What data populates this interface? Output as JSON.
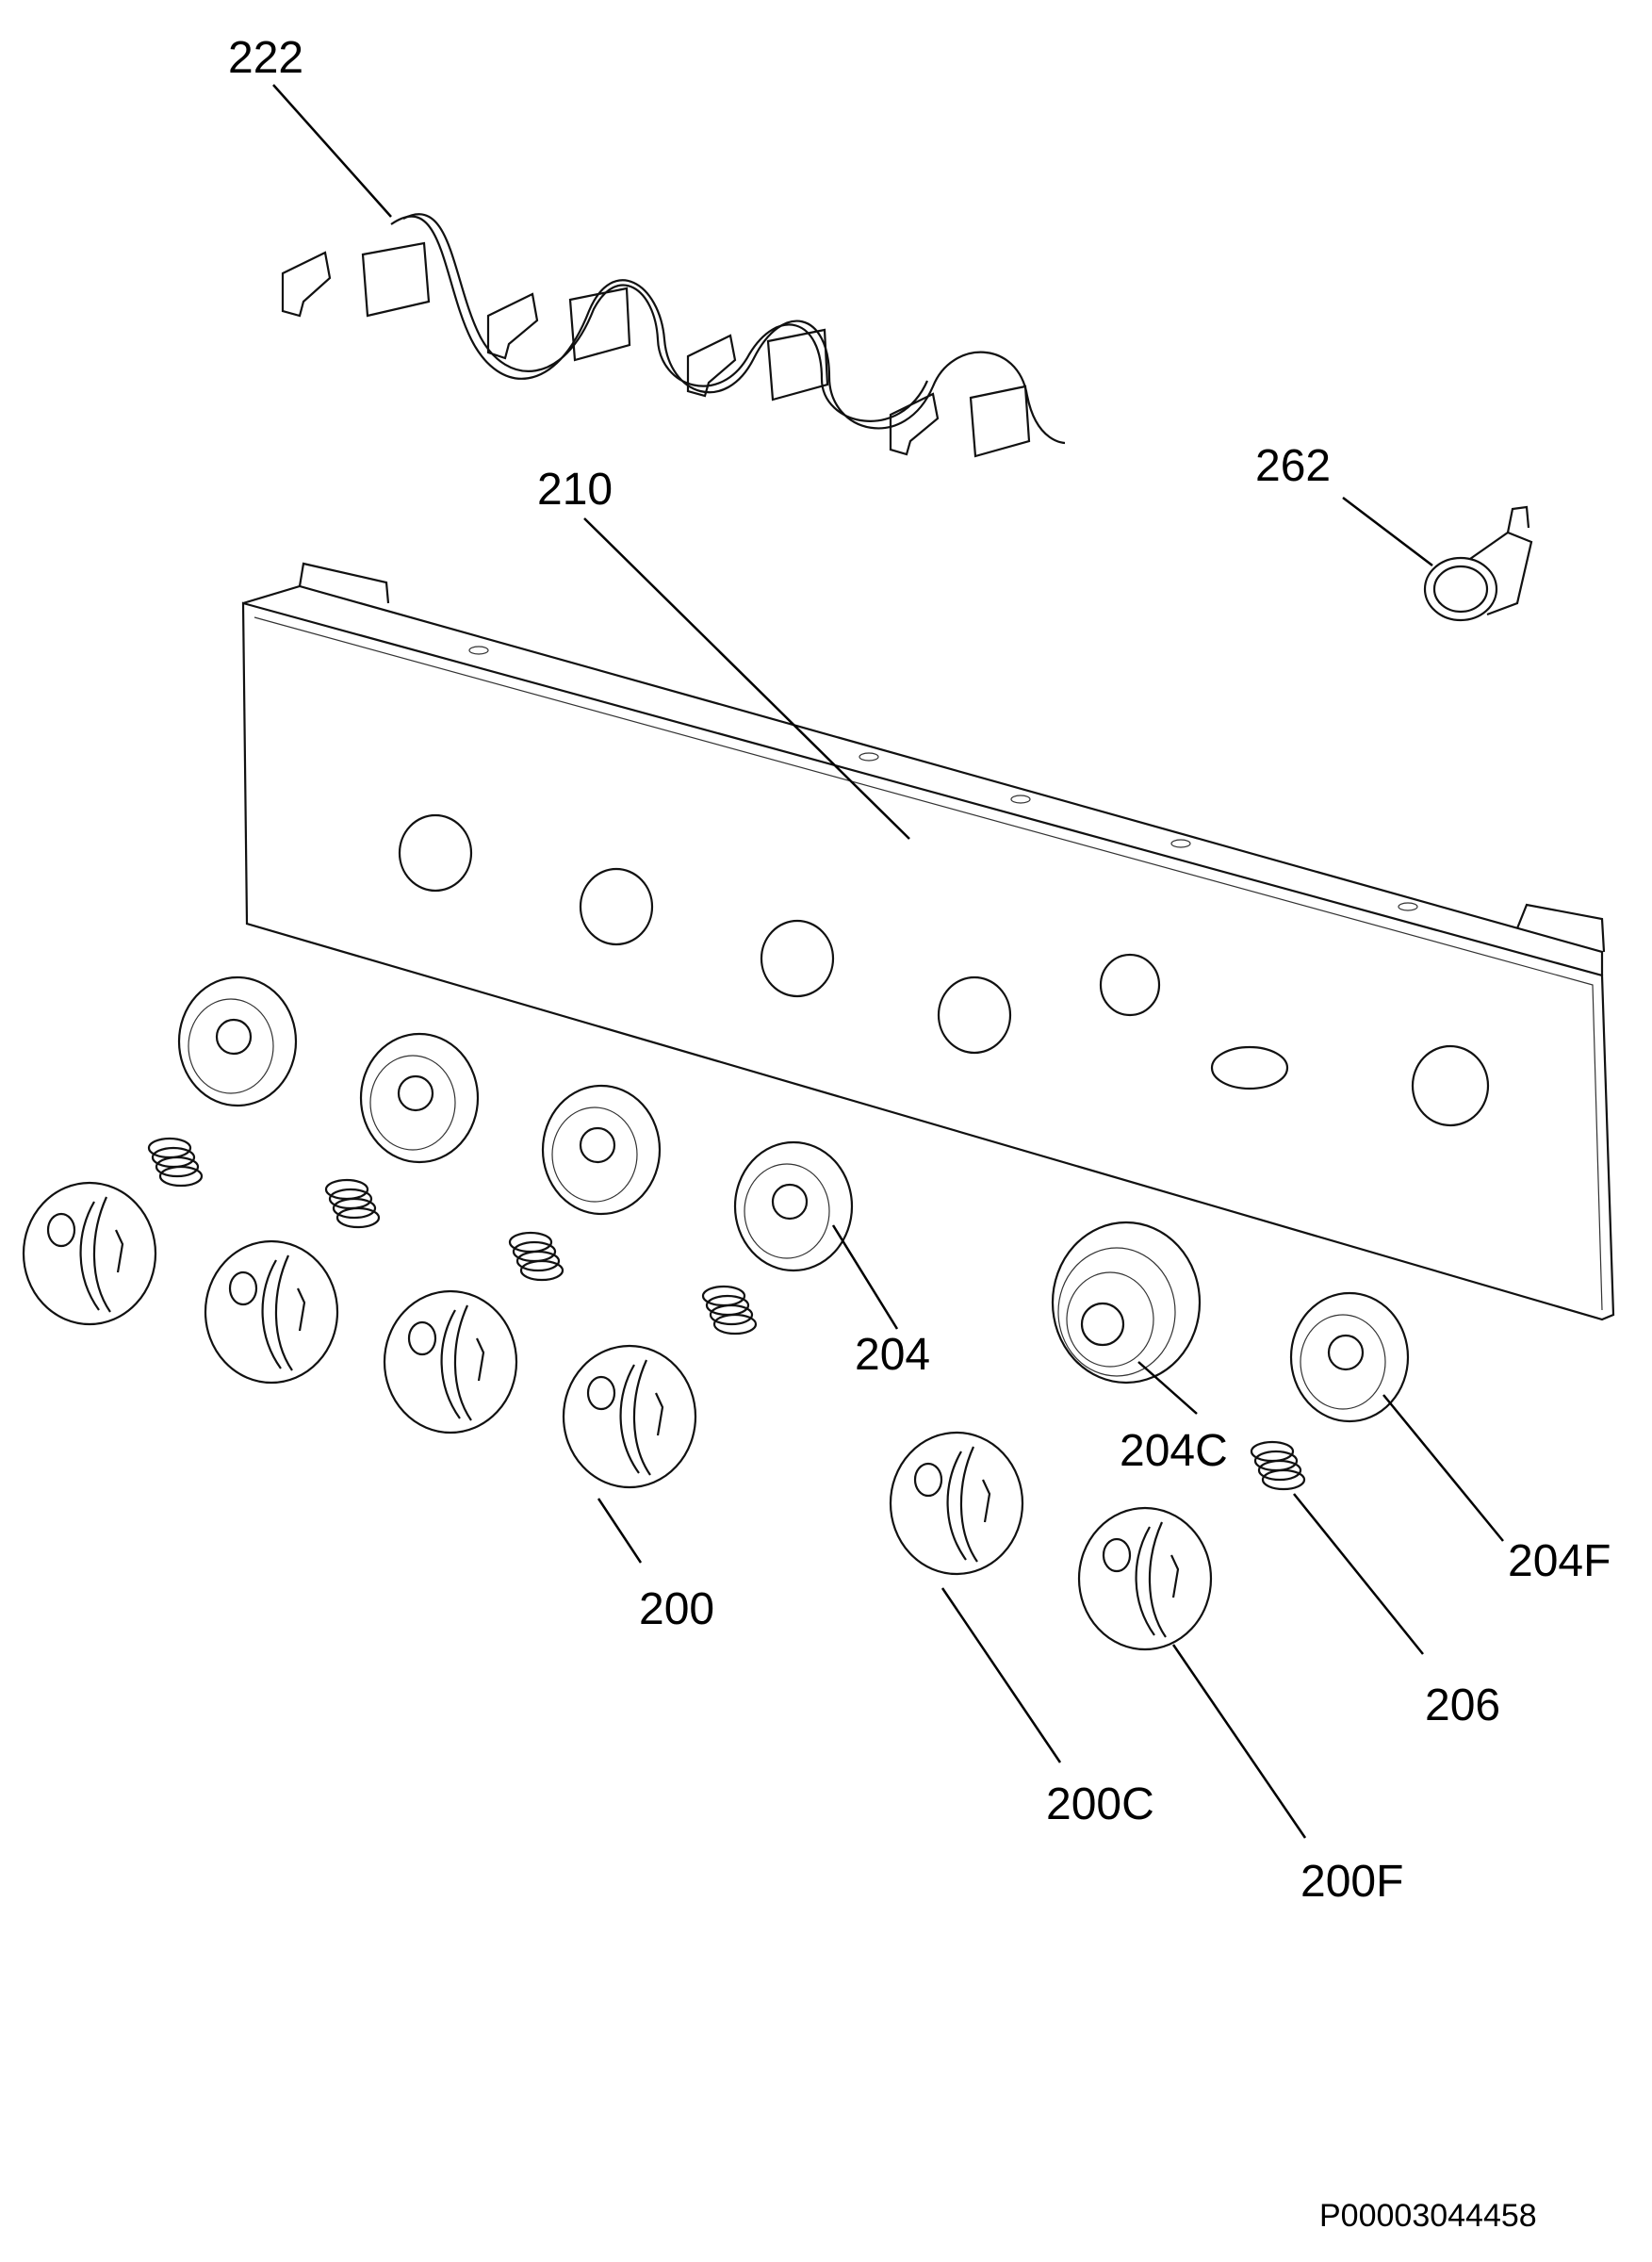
{
  "labels": {
    "wiring_harness": "222",
    "lamp_holder": "262",
    "control_panel": "210",
    "knob_bezel": "204",
    "knob_bezel_c": "204C",
    "knob_bezel_f": "204F",
    "knob": "200",
    "knob_c": "200C",
    "knob_f": "200F",
    "spring": "206"
  },
  "document_code": "P00003044458"
}
